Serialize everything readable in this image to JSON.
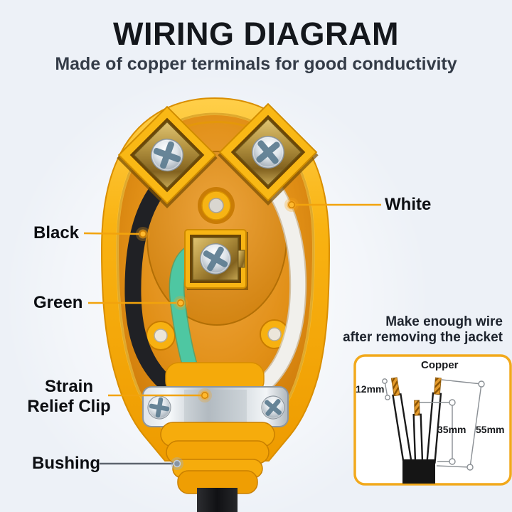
{
  "header": {
    "title": "WIRING DIAGRAM",
    "subtitle": "Made of copper terminals for good conductivity"
  },
  "labels": {
    "black": "Black",
    "green": "Green",
    "white": "White",
    "strain_relief_clip": "Strain Relief Clip",
    "bushing": "Bushing"
  },
  "inset": {
    "heading_line1": "Make enough wire",
    "heading_line2": "after removing the jacket",
    "copper": "Copper",
    "dim_copper_strip": "12mm",
    "dim_inner_wire": "35mm",
    "dim_outer_wire": "55mm"
  },
  "colors": {
    "background": "#edf1f7",
    "plug_yellow": "#f7ad08",
    "cavity_orange": "#d98a10",
    "leader_orange": "#f2a30c",
    "leader_gray": "#5d646e",
    "wire_black": "#202125",
    "wire_white": "#f1f0ec",
    "wire_green": "#4ec7a2",
    "metal_clip": "#c7ced4",
    "inset_border": "#f2a91c",
    "copper_strand": "#e49a2b"
  }
}
